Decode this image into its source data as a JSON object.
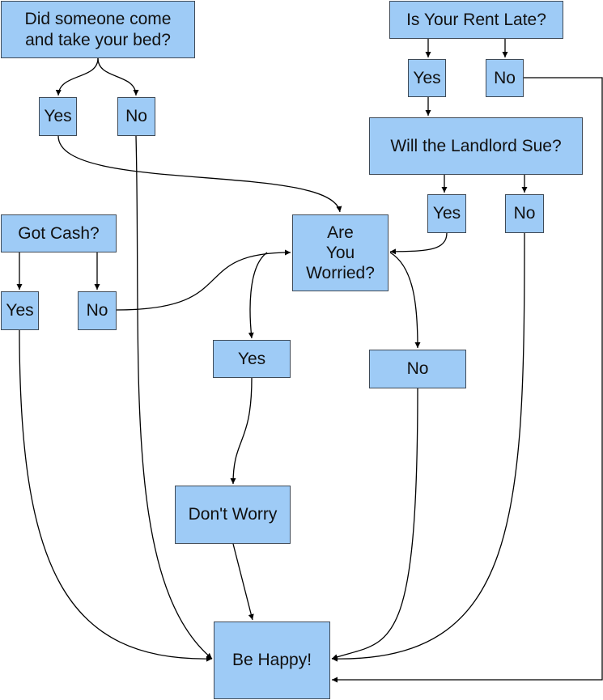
{
  "colors": {
    "node_fill": "#9ecbf6",
    "node_border": "#3f4a57",
    "edge": "#000000",
    "background": "#ffffff"
  },
  "nodes": {
    "bed_q": "Did someone come\nand take your bed?",
    "bed_yes": "Yes",
    "bed_no": "No",
    "rent_q": "Is Your Rent Late?",
    "rent_yes": "Yes",
    "rent_no": "No",
    "sue_q": "Will the Landlord Sue?",
    "sue_yes": "Yes",
    "sue_no": "No",
    "cash_q": "Got Cash?",
    "cash_yes": "Yes",
    "cash_no": "No",
    "worried_q": "Are\nYou\nWorried?",
    "worried_yes": "Yes",
    "worried_no": "No",
    "dont_worry": "Don't Worry",
    "be_happy": "Be Happy!"
  },
  "edges": [
    {
      "from": "bed_q",
      "to": "bed_yes"
    },
    {
      "from": "bed_q",
      "to": "bed_no"
    },
    {
      "from": "bed_yes",
      "to": "worried_q"
    },
    {
      "from": "bed_no",
      "to": "be_happy"
    },
    {
      "from": "rent_q",
      "to": "rent_yes"
    },
    {
      "from": "rent_q",
      "to": "rent_no"
    },
    {
      "from": "rent_yes",
      "to": "sue_q"
    },
    {
      "from": "rent_no",
      "to": "be_happy"
    },
    {
      "from": "sue_q",
      "to": "sue_yes"
    },
    {
      "from": "sue_q",
      "to": "sue_no"
    },
    {
      "from": "sue_yes",
      "to": "worried_q"
    },
    {
      "from": "sue_no",
      "to": "be_happy"
    },
    {
      "from": "cash_q",
      "to": "cash_yes"
    },
    {
      "from": "cash_q",
      "to": "cash_no"
    },
    {
      "from": "cash_yes",
      "to": "be_happy"
    },
    {
      "from": "cash_no",
      "to": "worried_q"
    },
    {
      "from": "worried_q",
      "to": "worried_yes"
    },
    {
      "from": "worried_q",
      "to": "worried_no"
    },
    {
      "from": "worried_yes",
      "to": "dont_worry"
    },
    {
      "from": "worried_no",
      "to": "be_happy"
    },
    {
      "from": "dont_worry",
      "to": "be_happy"
    }
  ]
}
